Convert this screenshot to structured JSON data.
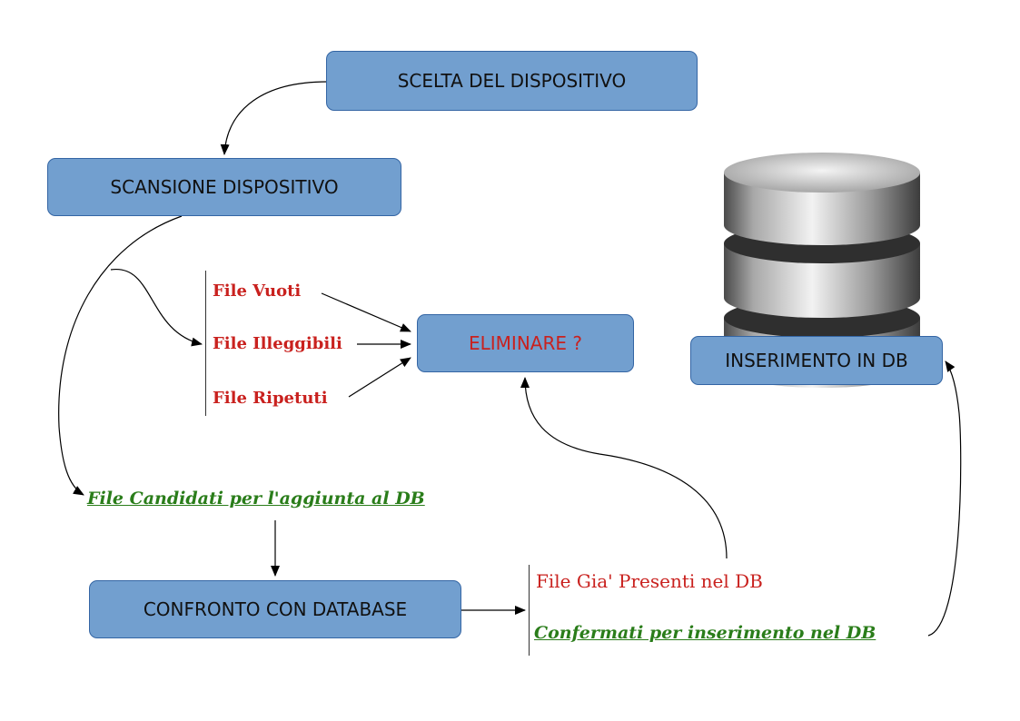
{
  "boxes": {
    "scelta": "SCELTA DEL DISPOSITIVO",
    "scansione": "SCANSIONE DISPOSITIVO",
    "eliminare": "ELIMINARE ?",
    "inserimento": "INSERIMENTO IN DB",
    "confronto": "CONFRONTO CON DATABASE"
  },
  "file_groups": {
    "vuoti": "File Vuoti",
    "illeggibili": "File Illeggibili",
    "ripetuti": "File Ripetuti",
    "candidati": "File Candidati per l'aggiunta al DB",
    "gia_presenti": "File Gia' Presenti nel DB",
    "confermati": "Confermati per inserimento nel DB"
  },
  "icons": {
    "database": "database-cylinder-icon"
  },
  "colors": {
    "box_fill": "#729fcf",
    "box_border": "#3465a4",
    "red_text": "#c9211e",
    "green_text": "#2a7d1a"
  }
}
